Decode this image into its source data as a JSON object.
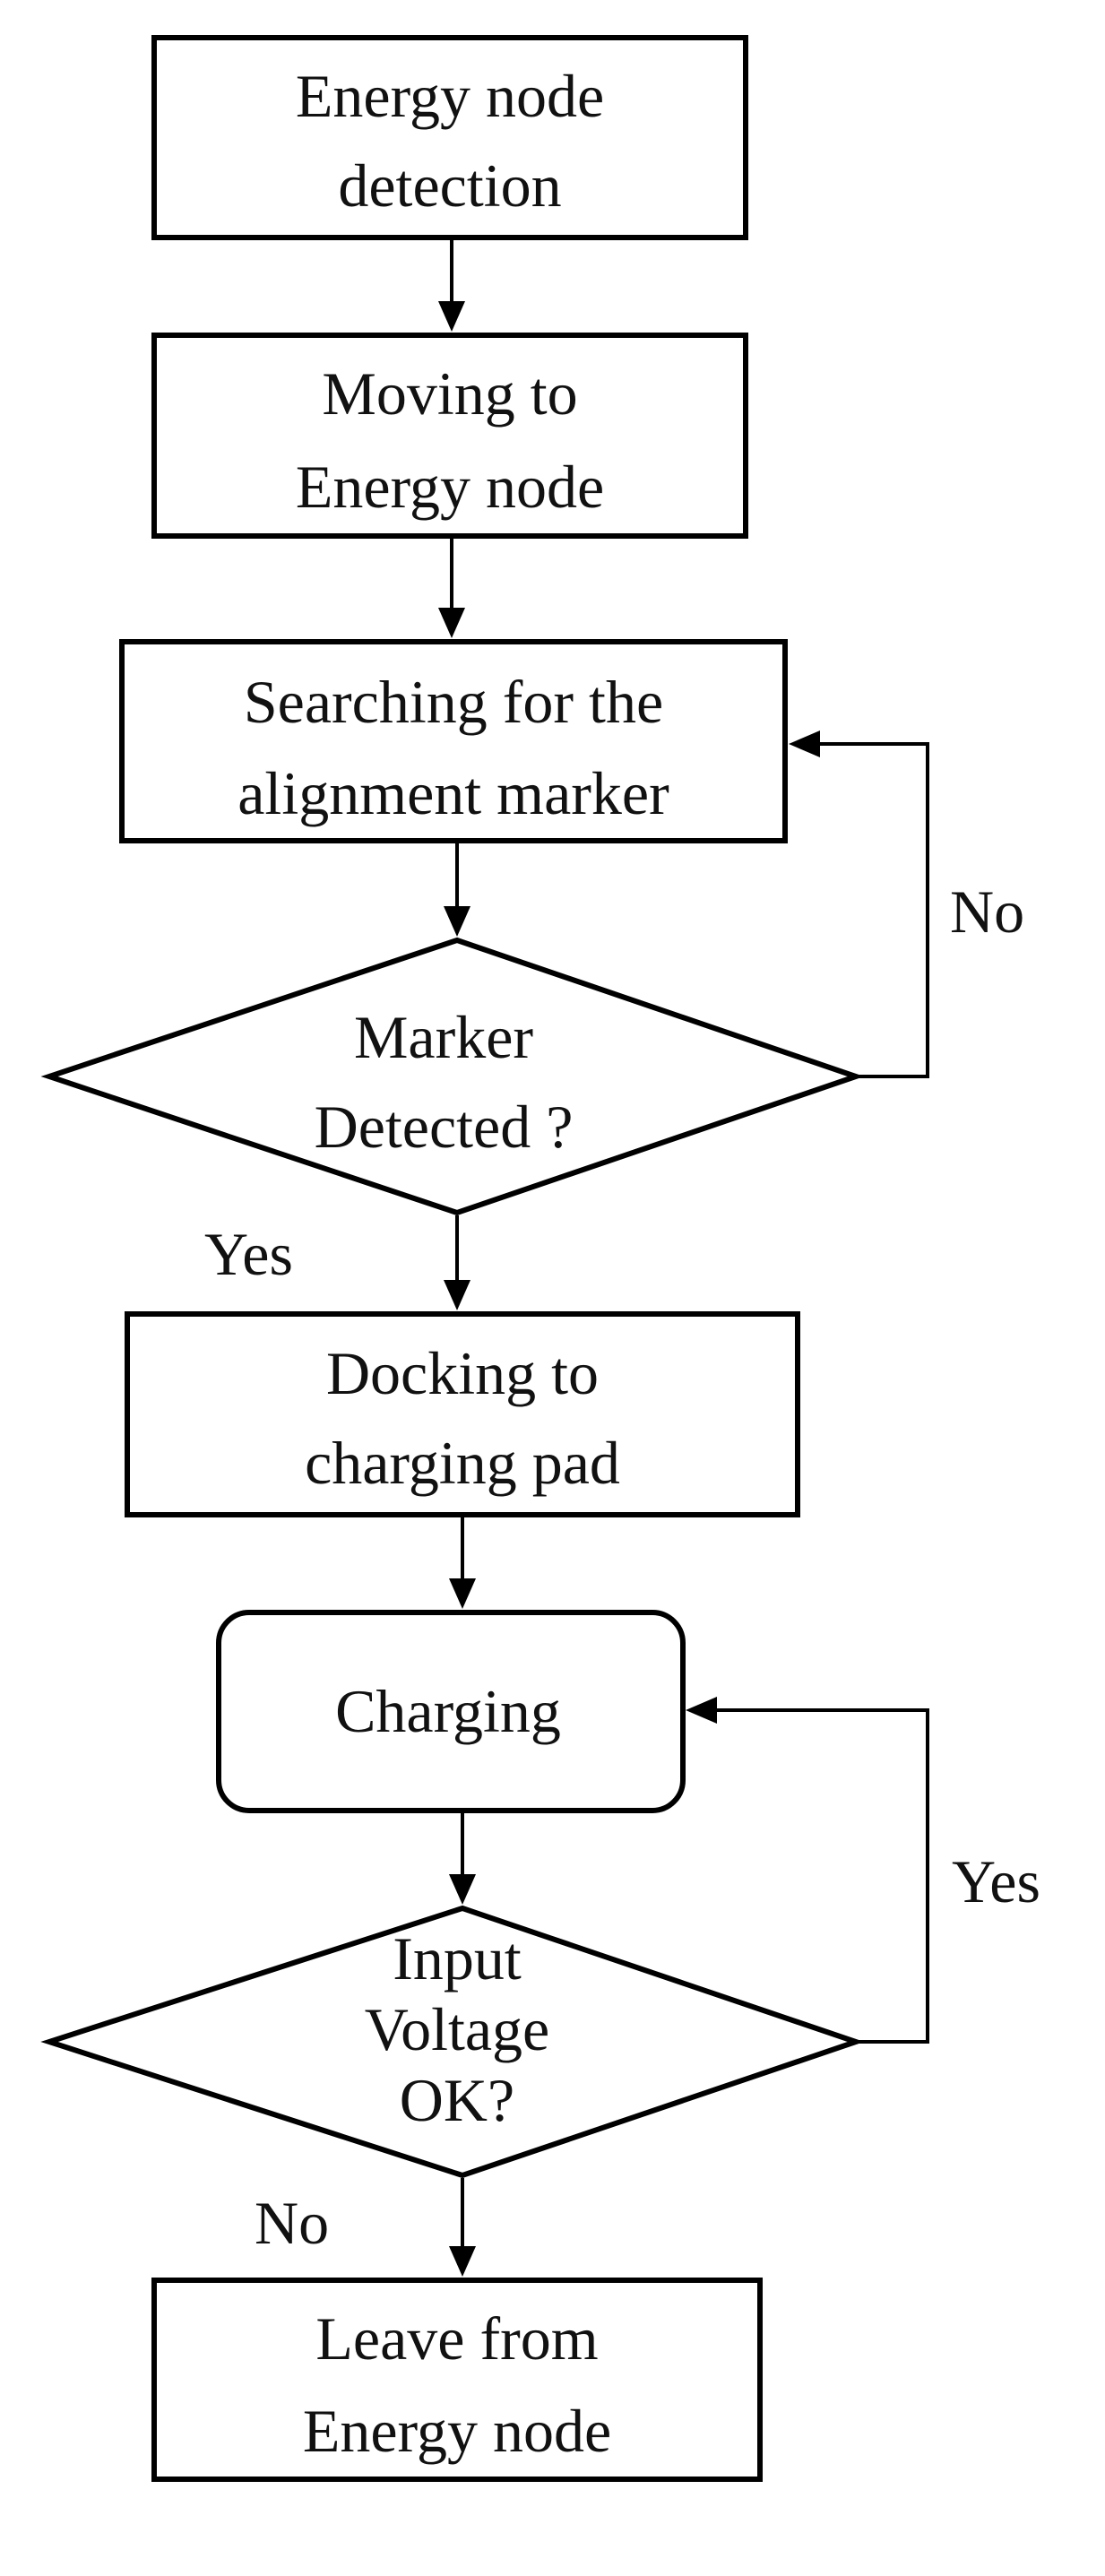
{
  "nodes": {
    "detection": {
      "lines": [
        "Energy node",
        "detection"
      ]
    },
    "moving": {
      "lines": [
        "Moving to",
        "Energy node"
      ]
    },
    "searching": {
      "lines": [
        "Searching for the",
        "alignment marker"
      ]
    },
    "marker_decision": {
      "lines": [
        "Marker",
        "Detected ?"
      ]
    },
    "docking": {
      "lines": [
        "Docking to",
        "charging pad"
      ]
    },
    "charging": {
      "lines": [
        "Charging"
      ]
    },
    "voltage_decision": {
      "lines": [
        "Input",
        "Voltage",
        "OK?"
      ]
    },
    "leave": {
      "lines": [
        "Leave from",
        "Energy node"
      ]
    }
  },
  "edges": {
    "marker_no": "No",
    "marker_yes": "Yes",
    "voltage_yes": "Yes",
    "voltage_no": "No"
  },
  "colors": {
    "stroke": "#000000",
    "text": "#111111",
    "background": "#ffffff"
  }
}
